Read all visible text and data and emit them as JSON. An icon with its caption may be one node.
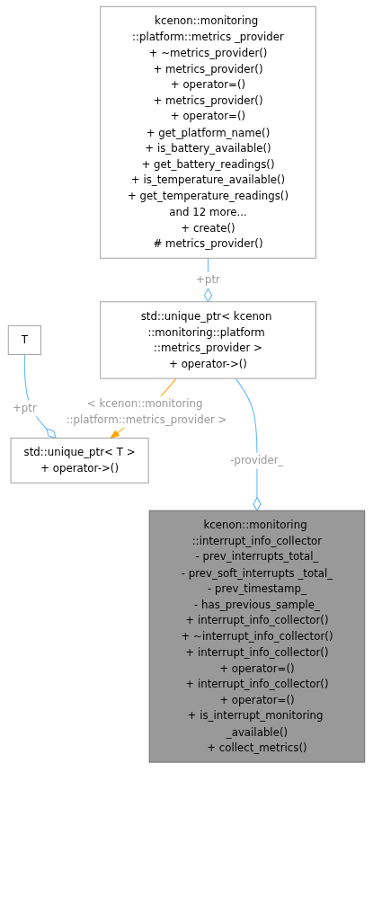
{
  "diagram": {
    "nodes": [
      {
        "text": [
          "T"
        ]
      },
      {
        "text": [
          "kcenon::monitoring ::platform::metrics _provider",
          "+ ~metrics_provider()",
          "+ metrics_provider()",
          "+ operator=()",
          "+ metrics_provider()",
          "+ operator=()",
          "+ get_platform_name()",
          "+ is_battery_available()",
          "+ get_battery_readings()",
          "+ is_temperature_available()",
          "+ get_temperature_readings()",
          "and 12 more...",
          "+ create()",
          "# metrics_provider()"
        ]
      },
      {
        "text": [
          "std::unique_ptr< T >",
          "+ operator->()"
        ]
      },
      {
        "text": [
          "std::unique_ptr< kcenon ::monitoring::platform ::metrics_provider >",
          "+ operator->()"
        ]
      },
      {
        "text": [
          "kcenon::monitoring ::interrupt_info_collector",
          "- prev_interrupts_total_",
          "- prev_soft_interrupts _total_",
          "- prev_timestamp_",
          "- has_previous_sample_",
          "+ interrupt_info_collector()",
          "+ ~interrupt_info_collector()",
          "+ interrupt_info_collector()",
          "+ operator=()",
          "+ interrupt_info_collector()",
          "+ operator=()",
          "+ is_interrupt_monitoring _available()",
          "+ collect_metrics()"
        ]
      }
    ],
    "edges": [
      {
        "from": 0,
        "to": 2,
        "arrow": "other",
        "label": "+ptr"
      },
      {
        "from": 1,
        "to": 3,
        "arrow": "other",
        "label": "+ptr"
      },
      {
        "from": 3,
        "to": 2,
        "arrow": "to",
        "label": "< kcenon::monitoring ::platform::metrics_provider >",
        "color": "#ffa500"
      },
      {
        "from": 3,
        "to": 4,
        "arrow": "other",
        "label": "-provider_"
      }
    ]
  }
}
